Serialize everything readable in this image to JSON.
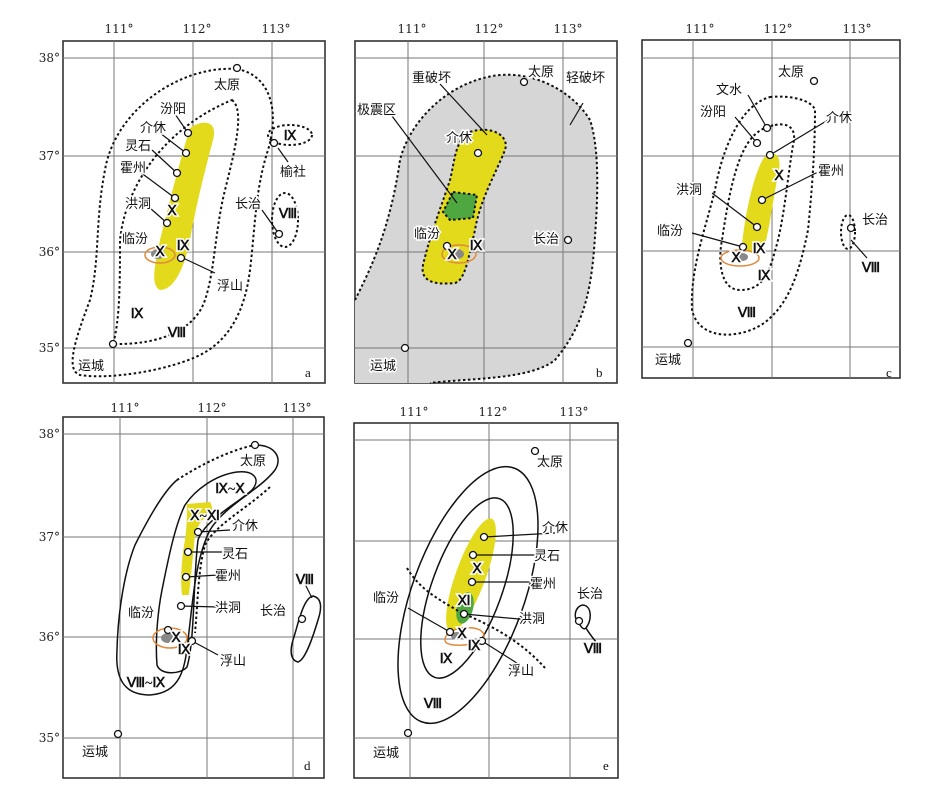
{
  "axes": {
    "lon": [
      "111°",
      "112°",
      "113°"
    ],
    "lat": [
      "38°",
      "37°",
      "36°",
      "35°"
    ]
  },
  "cities": {
    "taiyuan": "太原",
    "fenyang": "汾阳",
    "jiexiu": "介休",
    "lingshi": "灵石",
    "huozhou": "霍州",
    "hongdong": "洪洞",
    "linfen": "临汾",
    "fushan": "浮山",
    "yushe": "榆社",
    "changzhi": "长治",
    "yuncheng": "运城",
    "wenshui": "文水"
  },
  "zones": {
    "severe": "重破坏",
    "meizoseismal": "极震区",
    "light": "轻破坏"
  },
  "intensity": {
    "VIII": "Ⅷ",
    "IX": "Ⅸ",
    "X": "Ⅹ",
    "XI": "Ⅺ",
    "IX_X": "Ⅸ~Ⅹ",
    "X_XI": "Ⅹ~Ⅺ",
    "VIII_IX": "Ⅷ~Ⅸ"
  },
  "panels": {
    "a": "a",
    "b": "b",
    "c": "c",
    "d": "d",
    "e": "e"
  },
  "colors": {
    "high_intensity_fill": "#e3da1c",
    "meizoseismal_fill": "#4fa83f",
    "light_damage_fill": "#d6d6d6",
    "epicenter_outline": "#e08a3c"
  }
}
